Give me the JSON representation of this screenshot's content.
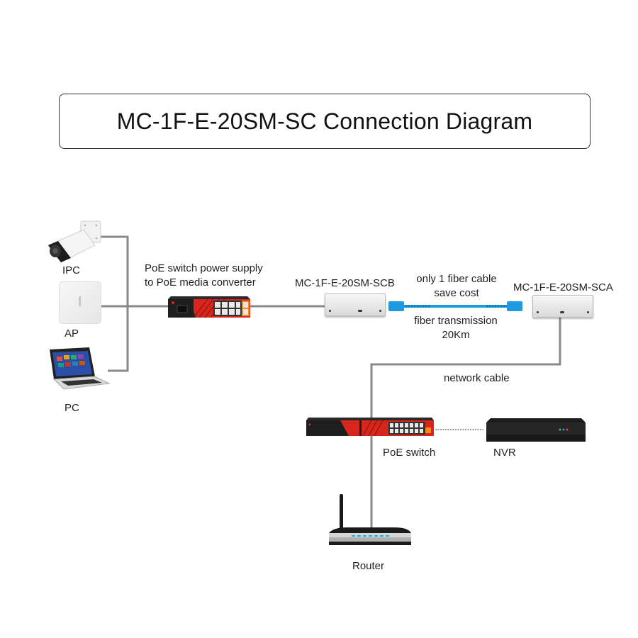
{
  "title": "MC-1F-E-20SM-SC Connection Diagram",
  "devices": {
    "ipc": {
      "label": "IPC",
      "icon": "bullet-camera-icon"
    },
    "ap": {
      "label": "AP",
      "icon": "access-point-icon"
    },
    "pc": {
      "label": "PC",
      "icon": "laptop-icon"
    },
    "poe_switch_small": {
      "label_line1": "PoE switch power supply",
      "label_line2": "to PoE media converter",
      "icon": "poe-switch-icon"
    },
    "converter_b": {
      "label": "MC-1F-E-20SM-SCB",
      "icon": "media-converter-icon"
    },
    "converter_a": {
      "label": "MC-1F-E-20SM-SCA",
      "icon": "media-converter-icon"
    },
    "poe_switch_main": {
      "label": "PoE switch",
      "icon": "rack-poe-switch-icon"
    },
    "nvr": {
      "label": "NVR",
      "icon": "nvr-icon"
    },
    "router": {
      "label": "Router",
      "icon": "router-icon"
    }
  },
  "annotations": {
    "fiber_top_line1": "only 1 fiber cable",
    "fiber_top_line2": "save cost",
    "fiber_bottom_line1": "fiber transmission",
    "fiber_bottom_line2": "20Km",
    "network_cable": "network cable"
  },
  "colors": {
    "wire": "#8a8a8a",
    "fiber": "#1e9be0",
    "switch_red": "#d8261c",
    "switch_dark": "#2a2a2a",
    "port_orange": "#f08a1c"
  }
}
